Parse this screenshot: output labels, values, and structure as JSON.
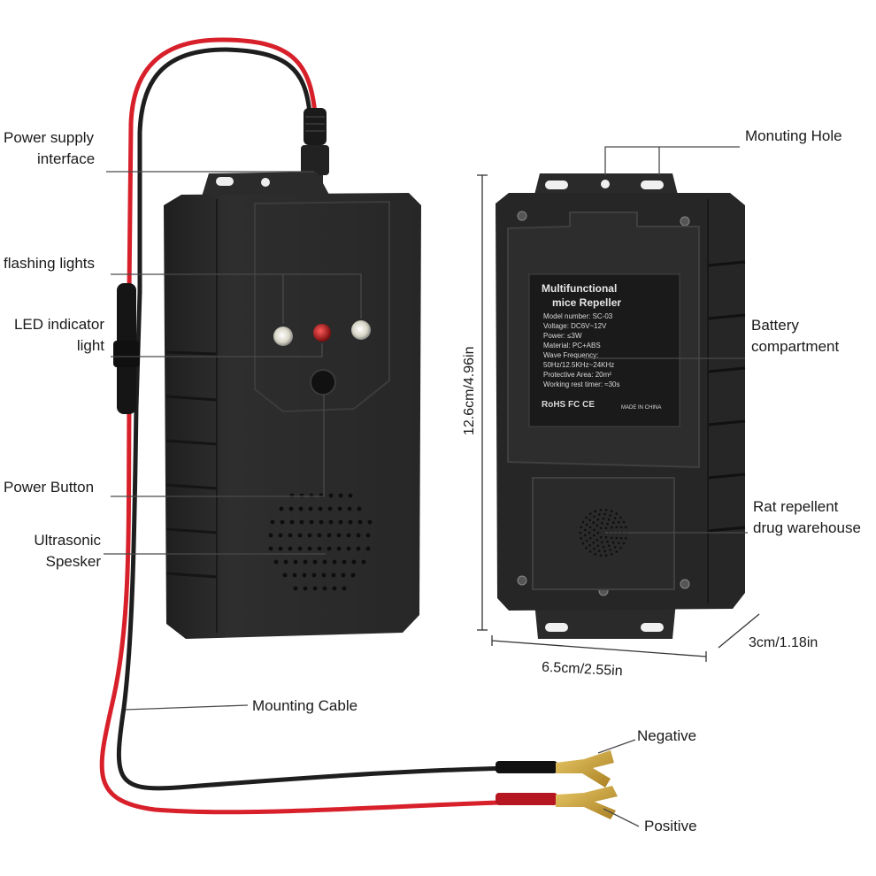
{
  "labels": {
    "power_supply_interface": [
      "Power supply",
      "interface"
    ],
    "flashing_lights": "flashing lights",
    "led_indicator": [
      "LED indicator",
      "light"
    ],
    "power_button": "Power Button",
    "ultrasonic_speaker": [
      "Ultrasonic",
      "Spesker"
    ],
    "mounting_cable": "Mounting Cable",
    "negative": "Negative",
    "positive": "Positive",
    "mounting_hole": "Monuting Hole",
    "battery_compartment": [
      "Battery",
      "compartment"
    ],
    "drug_warehouse": [
      "Rat repellent",
      "drug warehouse"
    ]
  },
  "dimensions": {
    "height": "12.6cm/4.96in",
    "width": "6.5cm/2.55in",
    "depth": "3cm/1.18in"
  },
  "nameplate": {
    "title": [
      "Multifunctional",
      "mice Repeller"
    ],
    "specs": [
      "Model number: SC-03",
      "Voltage: DC6V~12V",
      "Power: ≤3W",
      "Material: PC+ABS",
      "Wave Frequency:",
      "50Hz/12.5KHz~24KHz",
      "Protective Area: 20m²",
      "Working rest timer: ≈30s"
    ],
    "marks": "RoHS  FC  CE",
    "made_in": "MADE IN CHINA"
  },
  "colors": {
    "device_body": "#2a2a2a",
    "device_dark": "#1b1b1b",
    "wire_red": "#d8202b",
    "wire_black": "#1e1e1e",
    "terminal_gold": "#c9a23a",
    "led_red": "#b01818"
  }
}
